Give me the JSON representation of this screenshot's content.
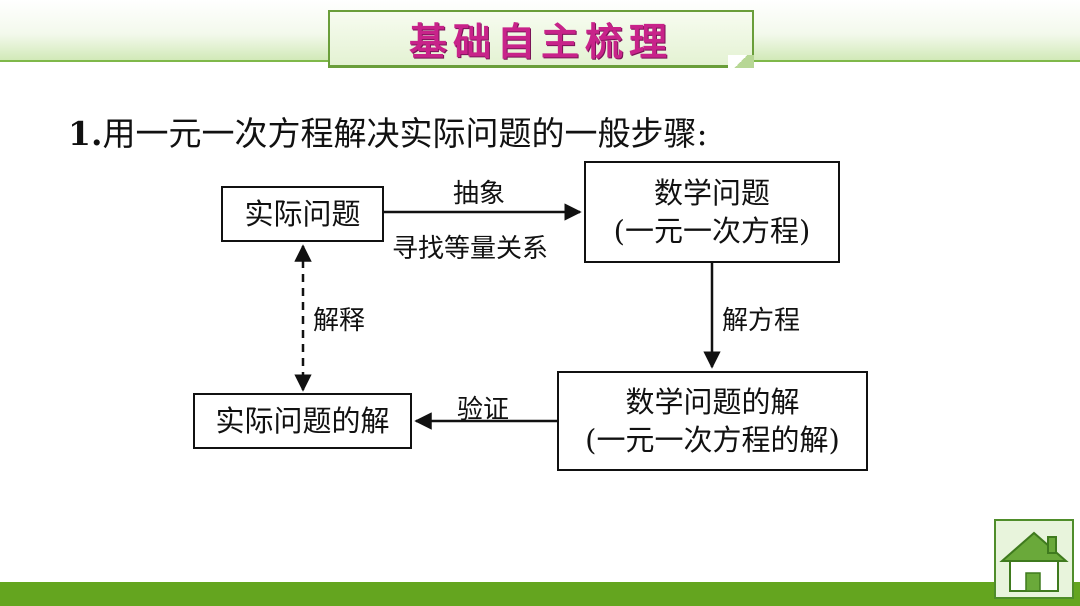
{
  "header": {
    "title": "基础自主梳理"
  },
  "heading": {
    "number": "1.",
    "text": "用一元一次方程解决实际问题的一般步骤:"
  },
  "diagram": {
    "box_real_problem": "实际问题",
    "box_math_problem_line1": "数学问题",
    "box_math_problem_line2": "(一元一次方程)",
    "box_math_solution_line1": "数学问题的解",
    "box_math_solution_line2": "(一元一次方程的解)",
    "box_real_solution": "实际问题的解",
    "label_abstract": "抽象",
    "label_find_equal": "寻找等量关系",
    "label_solve": "解方程",
    "label_verify": "验证",
    "label_explain": "解释"
  },
  "nav": {
    "home_icon": "home-icon"
  },
  "colors": {
    "title": "#c8238a",
    "accent_green": "#64a51f",
    "border_green": "#6a9e3a"
  }
}
